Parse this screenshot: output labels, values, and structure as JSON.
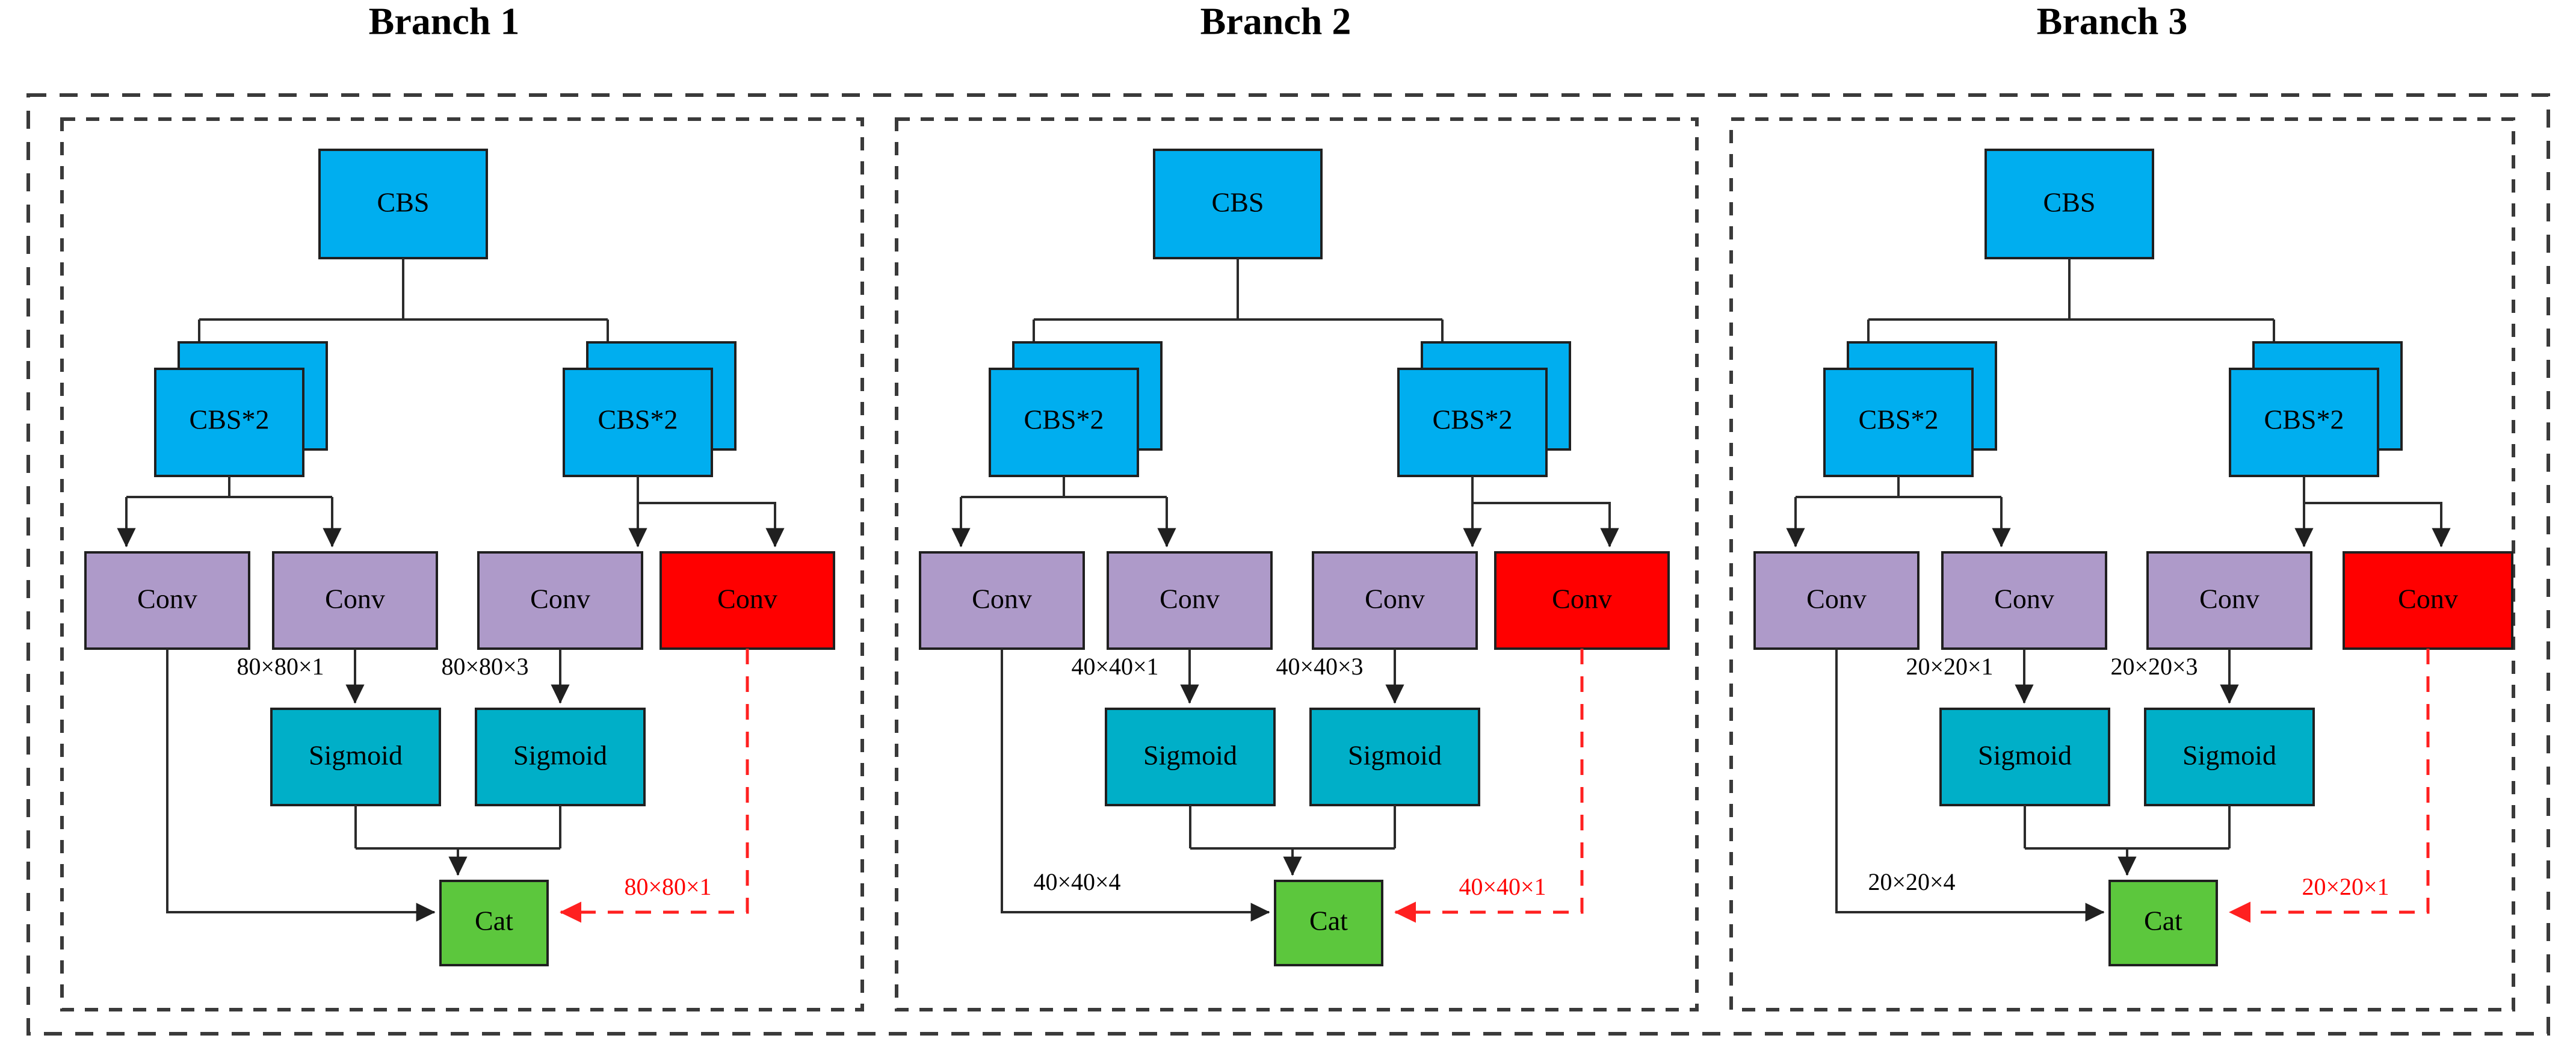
{
  "figure": {
    "title_font_color": "#000000",
    "background": "#ffffff",
    "outer_container": "dashed-outer-border"
  },
  "colors": {
    "cbs_blue": "#00AEEF",
    "conv_purple": "#AE9AC9",
    "conv_red": "#FF0000",
    "sigmoid_teal": "#00AFC8",
    "cat_green": "#5CC73D",
    "line_black": "#2B2B2B",
    "line_red": "#FF2020",
    "dash_border": "#3A3A3A"
  },
  "node_labels": {
    "cbs": "CBS",
    "cbs2": "CBS*2",
    "conv": "Conv",
    "sigmoid": "Sigmoid",
    "cat": "Cat"
  },
  "branches": [
    {
      "id": "branch-1",
      "title": "Branch 1",
      "nodes": {
        "cbs": "CBS",
        "cbs2_left": "CBS*2",
        "cbs2_right": "CBS*2",
        "conv_1": "Conv",
        "conv_2": "Conv",
        "conv_3": "Conv",
        "conv_red": "Conv",
        "sigmoid_left": "Sigmoid",
        "sigmoid_right": "Sigmoid",
        "cat": "Cat"
      },
      "edge_labels": {
        "conv2_to_sigmoid": "80×80×1",
        "conv3_to_sigmoid": "80×80×3",
        "skip_to_cat": "",
        "red_to_cat": "80×80×1"
      }
    },
    {
      "id": "branch-2",
      "title": "Branch 2",
      "nodes": {
        "cbs": "CBS",
        "cbs2_left": "CBS*2",
        "cbs2_right": "CBS*2",
        "conv_1": "Conv",
        "conv_2": "Conv",
        "conv_3": "Conv",
        "conv_red": "Conv",
        "sigmoid_left": "Sigmoid",
        "sigmoid_right": "Sigmoid",
        "cat": "Cat"
      },
      "edge_labels": {
        "conv2_to_sigmoid": "40×40×1",
        "conv3_to_sigmoid": "40×40×3",
        "skip_to_cat": "40×40×4",
        "red_to_cat": "40×40×1"
      }
    },
    {
      "id": "branch-3",
      "title": "Branch 3",
      "nodes": {
        "cbs": "CBS",
        "cbs2_left": "CBS*2",
        "cbs2_right": "CBS*2",
        "conv_1": "Conv",
        "conv_2": "Conv",
        "conv_3": "Conv",
        "conv_red": "Conv",
        "sigmoid_left": "Sigmoid",
        "sigmoid_right": "Sigmoid",
        "cat": "Cat"
      },
      "edge_labels": {
        "conv2_to_sigmoid": "20×20×1",
        "conv3_to_sigmoid": "20×20×3",
        "skip_to_cat": "20×20×4",
        "red_to_cat": "20×20×1"
      }
    }
  ]
}
